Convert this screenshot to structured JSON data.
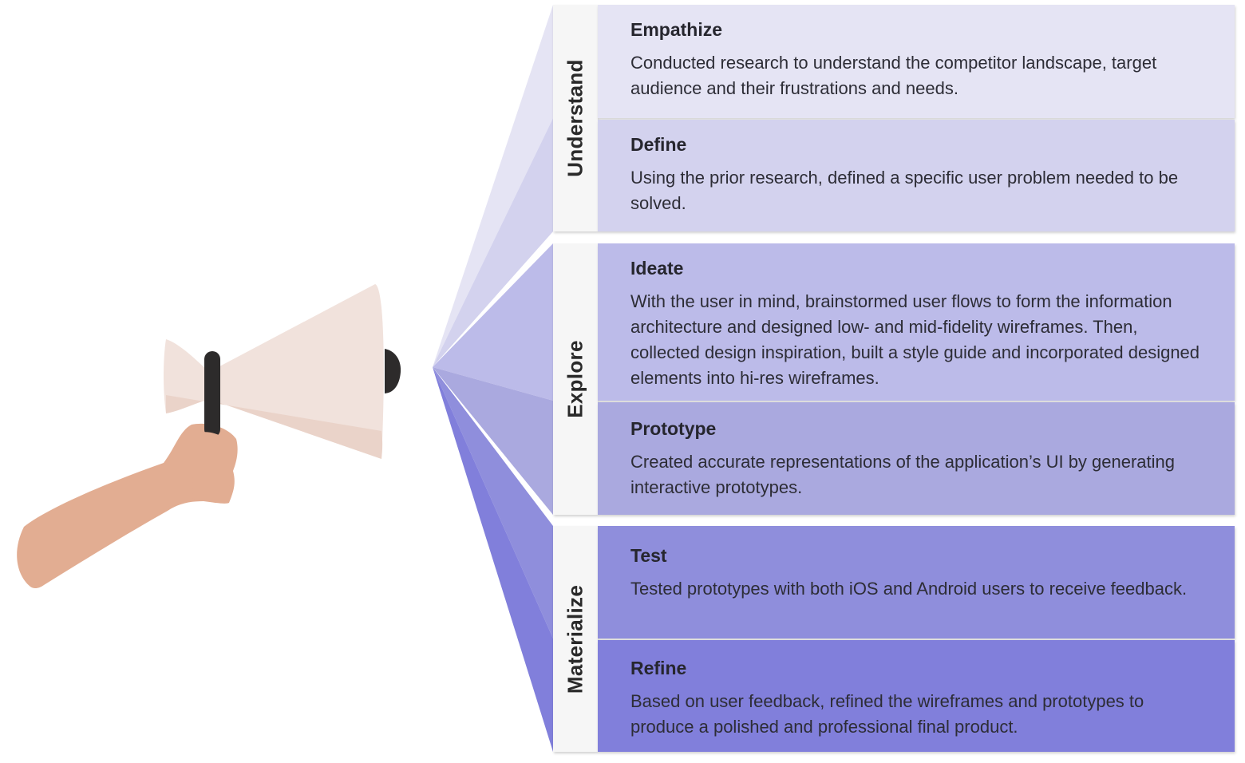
{
  "colors": {
    "understand_empathize": "#e5e4f4",
    "understand_define": "#d3d2ee",
    "explore_ideate": "#bcbbe9",
    "explore_prototype": "#aaa9df",
    "materialize_test": "#8f8edc",
    "materialize_refine": "#817fdb",
    "label_column": "#f6f6f6",
    "skin": "#e2ad92",
    "megaphone_body": "#f1e2dc",
    "handle": "#2d2b2b"
  },
  "icons": {
    "megaphone": "megaphone-icon",
    "hand": "hand-icon"
  },
  "phases": [
    {
      "label": "Understand",
      "steps": [
        {
          "title": "Empathize",
          "description": "Conducted research to understand the competitor landscape, target audience and their frustrations and needs."
        },
        {
          "title": "Define",
          "description": "Using the prior research, defined a specific user problem needed to be solved."
        }
      ]
    },
    {
      "label": "Explore",
      "steps": [
        {
          "title": "Ideate",
          "description": "With the user in mind, brainstormed user flows to form the information architecture and designed low- and mid-fidelity wireframes. Then, collected design inspiration, built a style guide and incorporated designed elements into hi-res wireframes."
        },
        {
          "title": "Prototype",
          "description": "Created accurate representations of the application’s UI by generating interactive prototypes."
        }
      ]
    },
    {
      "label": "Materialize",
      "steps": [
        {
          "title": "Test",
          "description": "Tested prototypes with both iOS and Android users to receive feedback."
        },
        {
          "title": "Refine",
          "description": "Based on user feedback, refined the wireframes and prototypes to produce a polished and professional final product."
        }
      ]
    }
  ]
}
